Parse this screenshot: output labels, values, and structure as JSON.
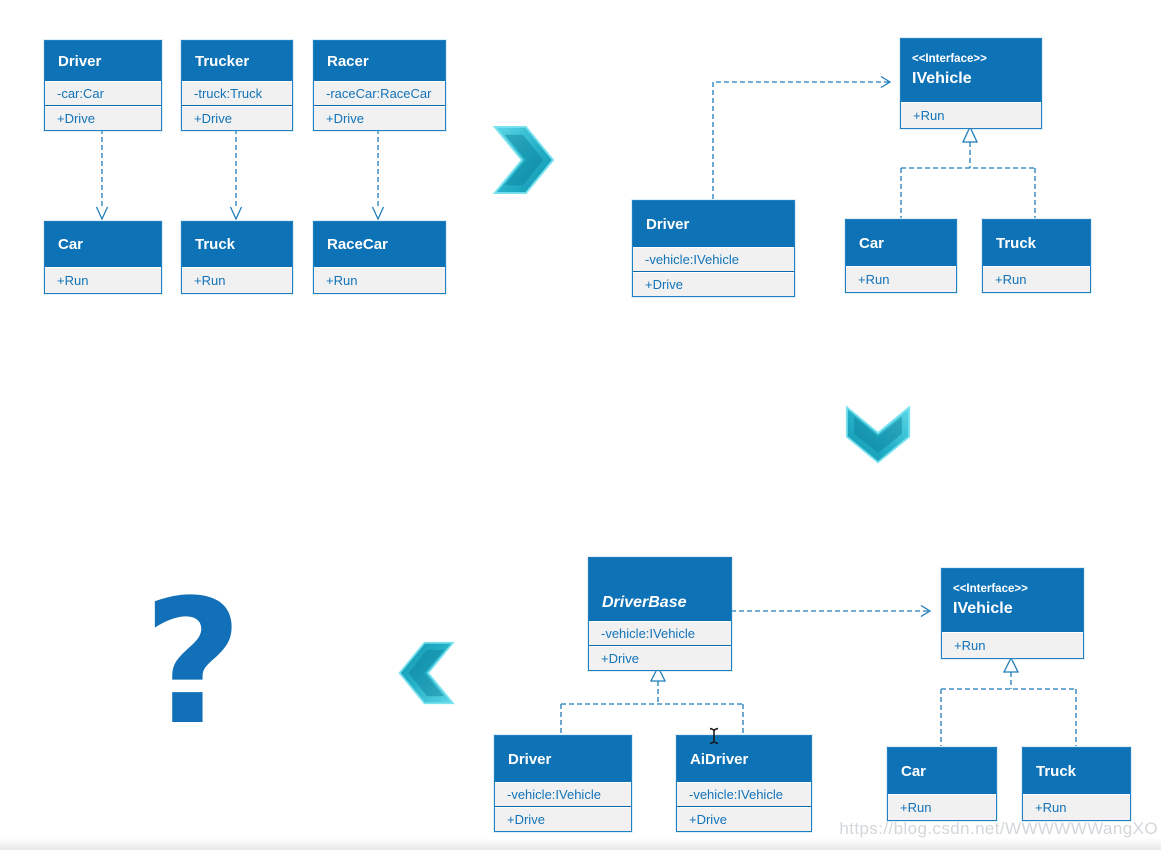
{
  "watermark": "https://blog.csdn.net/WWWWWWangXO",
  "question_mark": "?",
  "colors": {
    "class_header": "#0e72b7",
    "class_body": "#f1f1f1",
    "class_text": "#1273b8",
    "connector": "#1f7db9",
    "chevron": "#2bb5cd",
    "question": "#1170b8"
  },
  "diagram": {
    "before": {
      "driver": {
        "name": "Driver",
        "attribute": "-car:Car",
        "method": "+Drive"
      },
      "trucker": {
        "name": "Trucker",
        "attribute": "-truck:Truck",
        "method": "+Drive"
      },
      "racer": {
        "name": "Racer",
        "attribute": "-raceCar:RaceCar",
        "method": "+Drive"
      },
      "car": {
        "name": "Car",
        "method": "+Run"
      },
      "truck": {
        "name": "Truck",
        "method": "+Run"
      },
      "racecar": {
        "name": "RaceCar",
        "method": "+Run"
      }
    },
    "interface_version": {
      "ivehicle": {
        "stereotype": "<<Interface>>",
        "name": "IVehicle",
        "method": "+Run"
      },
      "driver": {
        "name": "Driver",
        "attribute": "-vehicle:IVehicle",
        "method": "+Drive"
      },
      "car": {
        "name": "Car",
        "method": "+Run"
      },
      "truck": {
        "name": "Truck",
        "method": "+Run"
      }
    },
    "abstract_version": {
      "driverbase": {
        "name": "DriverBase",
        "attribute": "-vehicle:IVehicle",
        "method": "+Drive"
      },
      "ivehicle": {
        "stereotype": "<<Interface>>",
        "name": "IVehicle",
        "method": "+Run"
      },
      "driver": {
        "name": "Driver",
        "attribute": "-vehicle:IVehicle",
        "method": "+Drive"
      },
      "aidriver": {
        "name": "AiDriver",
        "attribute": "-vehicle:IVehicle",
        "method": "+Drive"
      },
      "car": {
        "name": "Car",
        "method": "+Run"
      },
      "truck": {
        "name": "Truck",
        "method": "+Run"
      }
    }
  }
}
